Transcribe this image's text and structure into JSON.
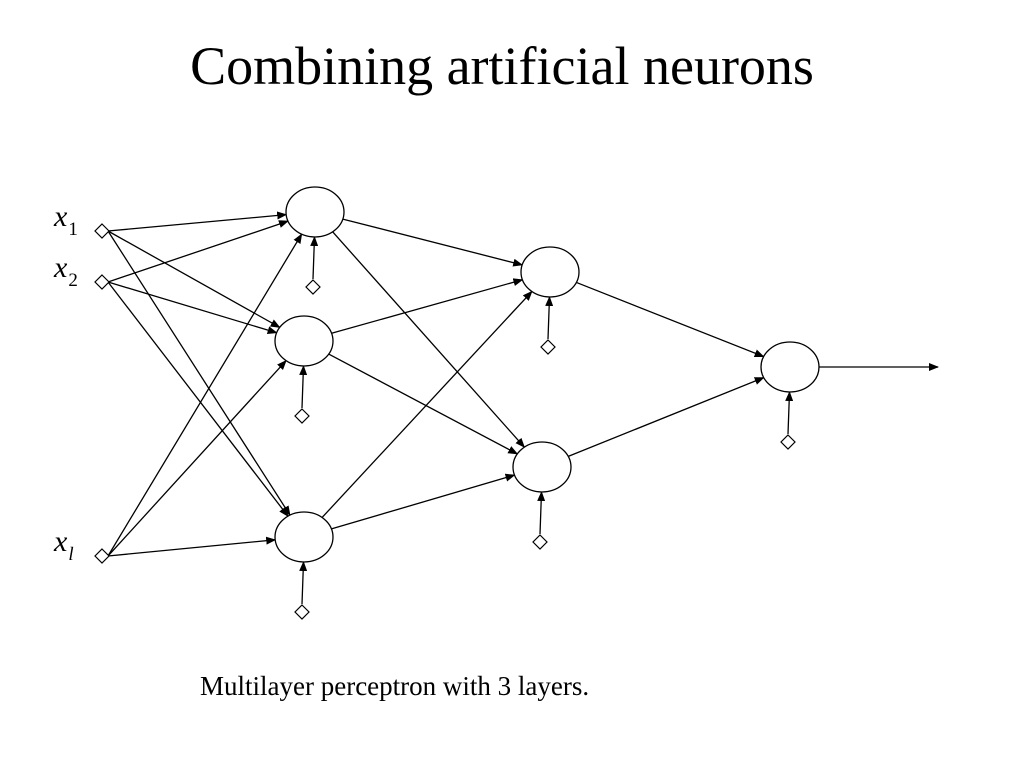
{
  "slide": {
    "title": "Combining artificial neurons",
    "caption": "Multilayer perceptron with 3 layers."
  },
  "diagram": {
    "inputs": [
      {
        "var": "x",
        "sub": "1",
        "sub_italic": false
      },
      {
        "var": "x",
        "sub": "2",
        "sub_italic": false
      },
      {
        "var": "x",
        "sub": "l",
        "sub_italic": true
      }
    ],
    "layers": [
      {
        "neurons": 3
      },
      {
        "neurons": 2
      },
      {
        "neurons": 1
      }
    ],
    "connectivity": "fully-connected",
    "bias_per_neuron": true,
    "has_output_arrow": true
  },
  "colors": {
    "stroke": "#000000",
    "background": "#ffffff"
  }
}
